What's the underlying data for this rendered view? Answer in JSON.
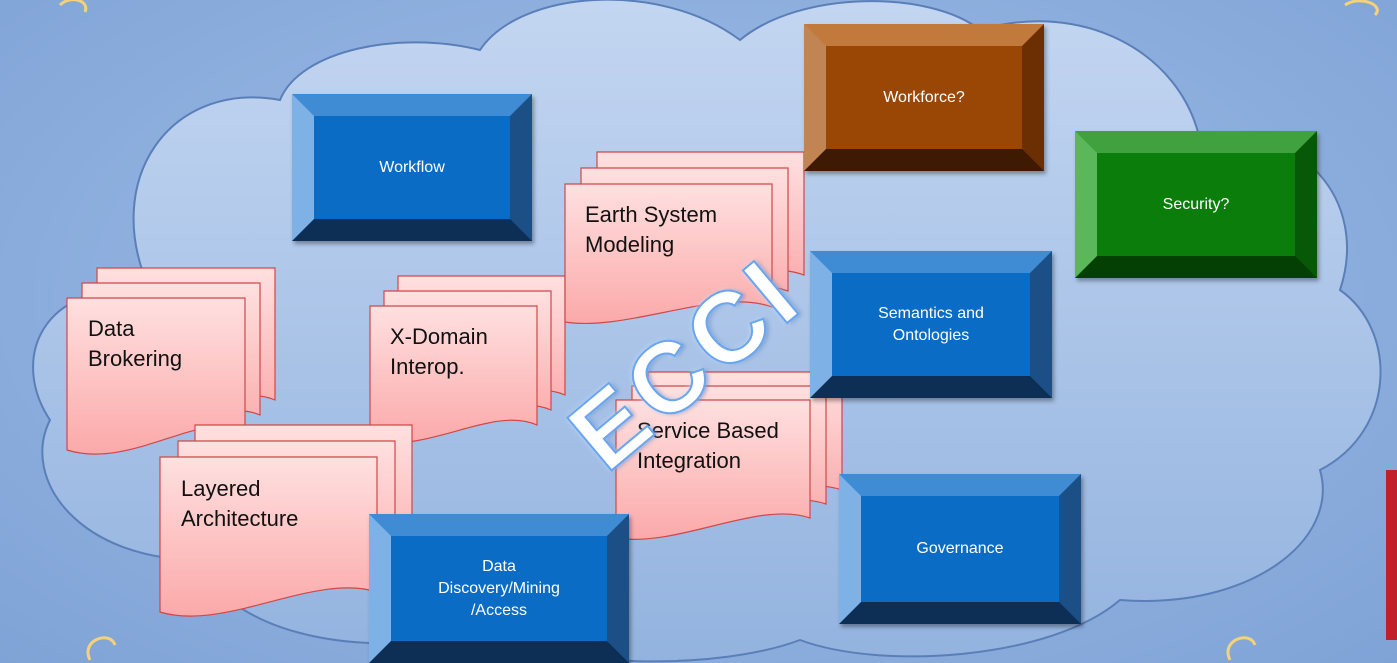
{
  "diagram": {
    "watermark": "ECCI",
    "blue_boxes": [
      {
        "id": "workflow",
        "label": "Workflow"
      },
      {
        "id": "semantics",
        "label": "Semantics and Ontologies"
      },
      {
        "id": "governance",
        "label": "Governance"
      },
      {
        "id": "data-discovery",
        "label": "Data Discovery/Mining /Access"
      }
    ],
    "colored_boxes": [
      {
        "id": "workforce",
        "label": "Workforce?",
        "color": "#9a4706"
      },
      {
        "id": "security",
        "label": "Security?",
        "color": "#0b7d0b"
      }
    ],
    "documents": [
      {
        "id": "data-brokering",
        "label": "Data Brokering"
      },
      {
        "id": "x-domain",
        "label": "X-Domain Interop."
      },
      {
        "id": "earth-system",
        "label": "Earth System Modeling"
      },
      {
        "id": "layered-architecture",
        "label": "Layered Architecture"
      },
      {
        "id": "service-based",
        "label": "Service Based Integration"
      }
    ],
    "colors": {
      "box_blue": "#0a6cc4",
      "document_fill": "#fbb8b8",
      "cloud_fill": "#a7c2e6",
      "background": "#8fb0df"
    }
  }
}
